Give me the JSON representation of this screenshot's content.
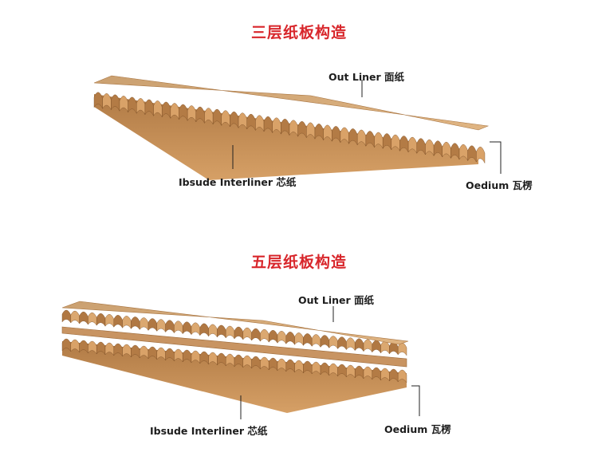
{
  "three_layer": {
    "title": "三层纸板构造",
    "out_liner_label": "Out Liner 面纸",
    "interliner_label": "Ibsude Interliner 芯纸",
    "medium_label": "Oedium 瓦楞"
  },
  "five_layer": {
    "title": "五层纸板构造",
    "out_liner_label": "Out Liner 面纸",
    "interliner_label": "Ibsude Interliner 芯纸",
    "medium_label": "Oedium 瓦楞"
  },
  "colors": {
    "title": "#d8262b",
    "kraft_light": "#d9a268",
    "kraft_mid": "#c48a4f",
    "kraft_dark": "#8a5a2e",
    "kraft_shadow": "#6e4523"
  }
}
